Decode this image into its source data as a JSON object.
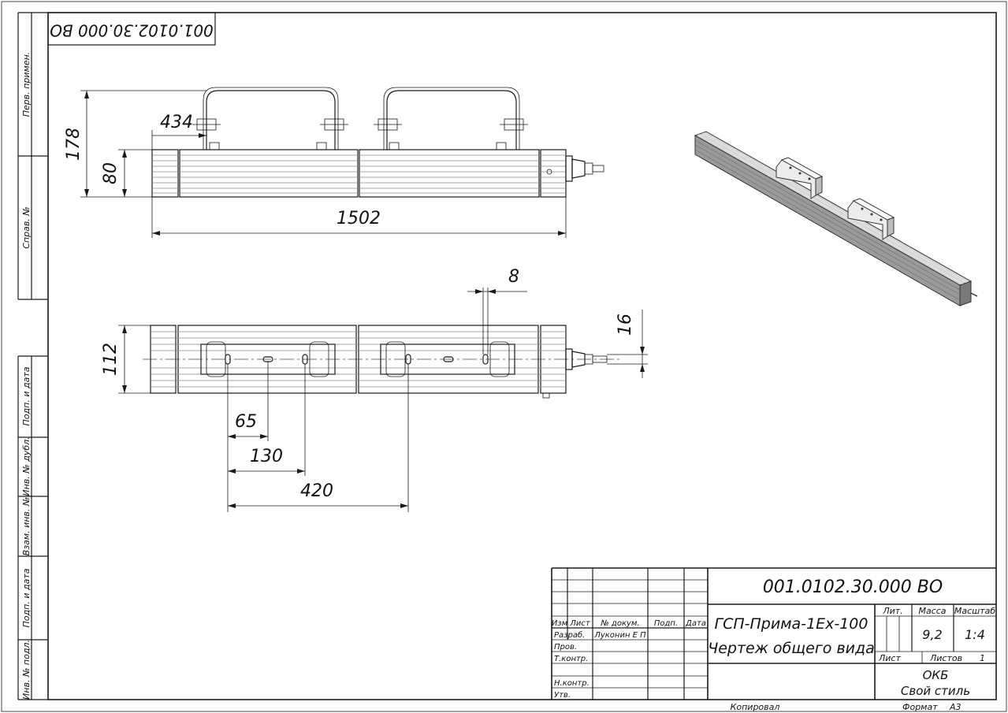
{
  "doc_code": "001.0102.30.000 ВО",
  "stamp_code": "001.0102.30.000 ВО",
  "margin_labels": [
    "Перв. примен.",
    "Справ. №",
    "Подп. и дата",
    "Инв. № дубл.",
    "Взам. инв. №",
    "Подп. и дата",
    "Инв. № подл."
  ],
  "dimensions": {
    "height_total": "178",
    "height_body": "80",
    "bracket_offset": "434",
    "length": "1502",
    "width": "112",
    "slot_width": "8",
    "slot_length": "16",
    "hole_1": "65",
    "hole_2": "130",
    "hole_3": "420"
  },
  "title_block": {
    "headers": [
      "Изм",
      "Лист",
      "№ докум.",
      "Подп.",
      "Дата"
    ],
    "roles": [
      "Разраб.",
      "Пров.",
      "Т.контр.",
      "",
      "Н.контр.",
      "Утв."
    ],
    "developer": "Луконин Е П",
    "name_line1": "ГСП-Прима-1Ex-100",
    "name_line2": "Чертеж общего вида",
    "lit_label": "Лит.",
    "mass_label": "Масса",
    "scale_label": "Масштаб",
    "mass_value": "9,2",
    "scale_value": "1:4",
    "sheet_label": "Лист",
    "sheets_label": "Листов",
    "sheets_value": "1",
    "org_line1": "ОКБ",
    "org_line2": "Свой стиль",
    "copied_label": "Копировал",
    "format_label": "Формат",
    "format_value": "А3"
  }
}
